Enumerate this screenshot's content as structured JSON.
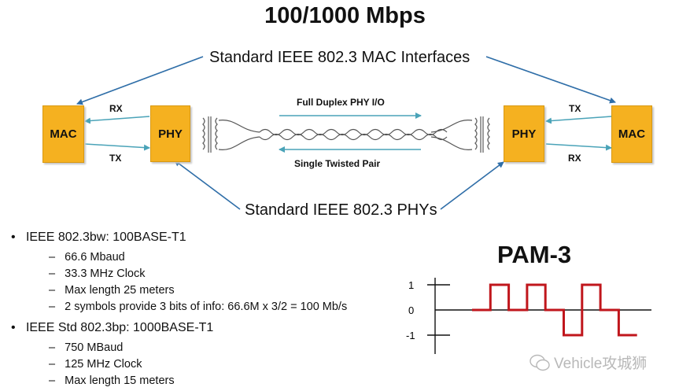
{
  "title": "100/1000 Mbps",
  "diagram": {
    "mac_interfaces_label": "Standard IEEE 802.3 MAC Interfaces",
    "phys_label": "Standard IEEE 802.3 PHYs",
    "full_duplex_label": "Full Duplex PHY I/O",
    "twisted_pair_label": "Single Twisted Pair",
    "left": {
      "mac": "MAC",
      "phy": "PHY",
      "top_arrow": "RX",
      "bottom_arrow": "TX"
    },
    "right": {
      "mac": "MAC",
      "phy": "PHY",
      "top_arrow": "TX",
      "bottom_arrow": "RX"
    }
  },
  "bullets": [
    {
      "text": "IEEE 802.3bw: 100BASE-T1",
      "subs": [
        "66.6 Mbaud",
        "33.3 MHz Clock",
        "Max length 25 meters",
        "2 symbols provide 3 bits of info: 66.6M x 3/2 = 100 Mb/s"
      ]
    },
    {
      "text": "IEEE Std 802.3bp: 1000BASE-T1",
      "subs": [
        "750 MBaud",
        "125 MHz Clock",
        "Max length 15 meters"
      ]
    }
  ],
  "pam3": {
    "title": "PAM-3",
    "y_ticks": [
      "1",
      "0",
      "-1"
    ],
    "levels": [
      0,
      1,
      0,
      1,
      0,
      -1,
      1,
      0,
      -1
    ],
    "signal_color": "#c0161c"
  },
  "watermark": "Vehicle攻城狮",
  "colors": {
    "arrow": "#2f6ea8",
    "wire": "#4aa3b8",
    "box": "#f5b120"
  }
}
